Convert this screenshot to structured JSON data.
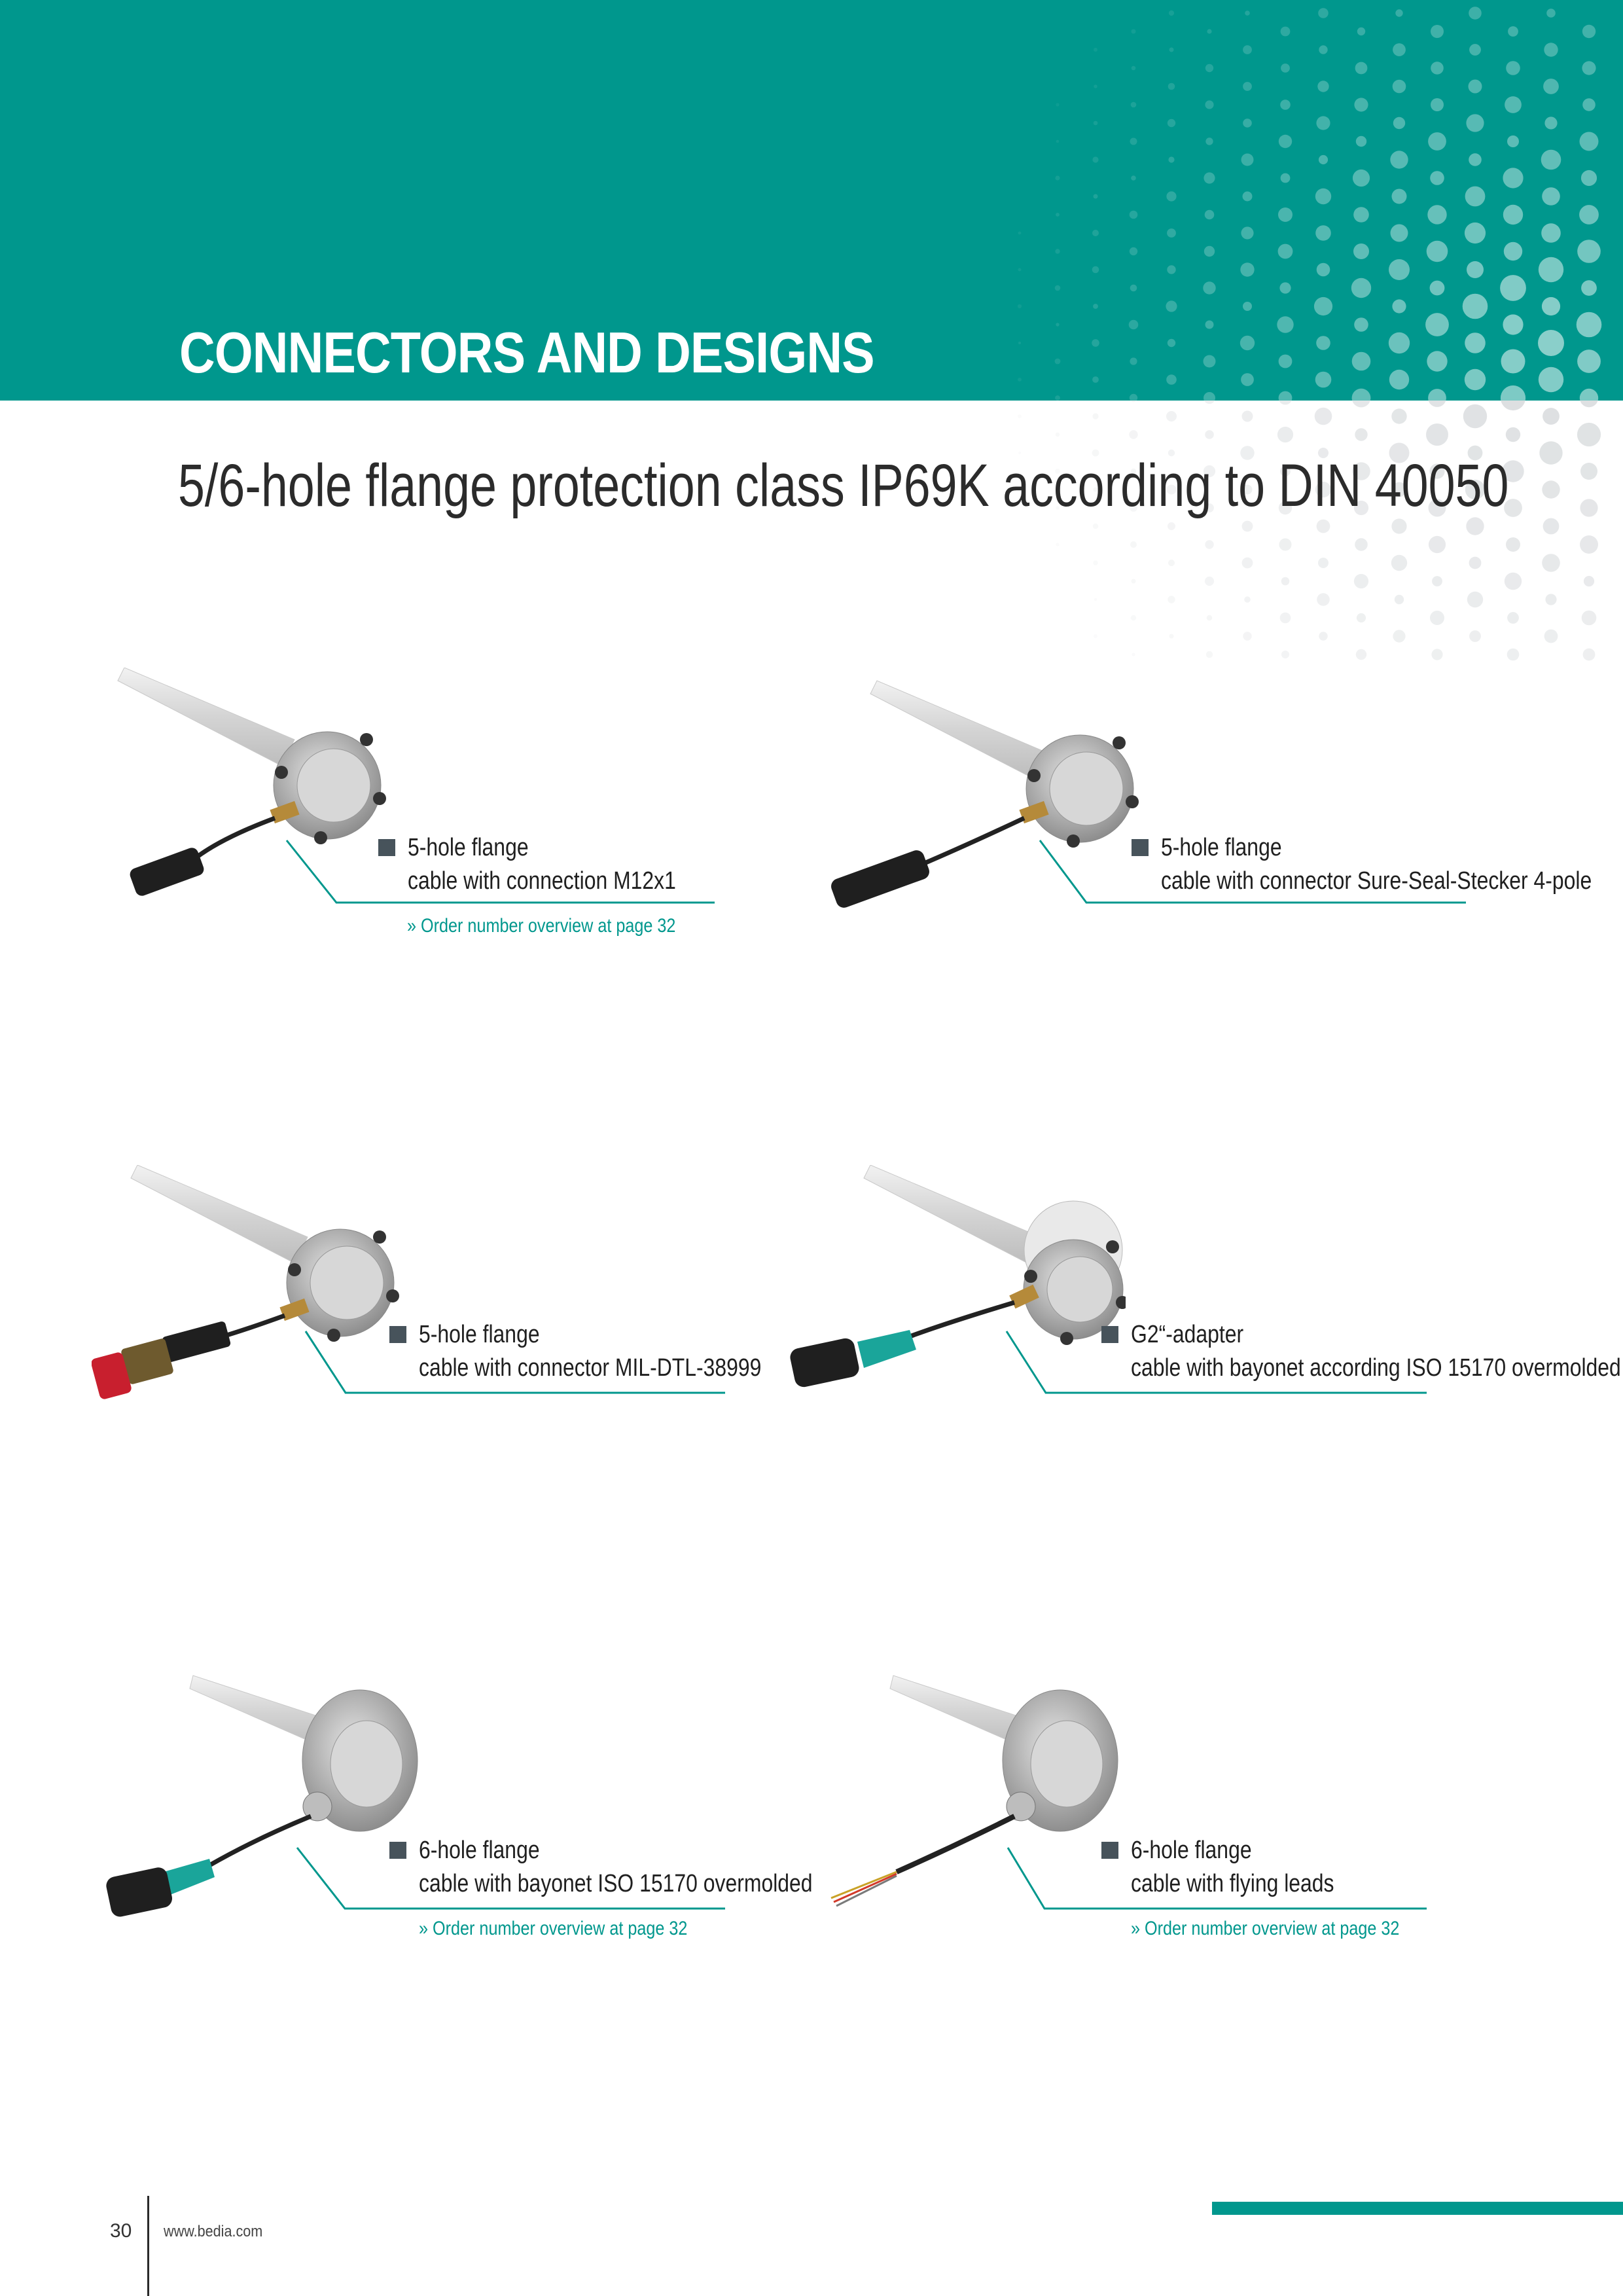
{
  "header": {
    "section_title": "CONNECTORS AND DESIGNS",
    "accent_color": "#00978d"
  },
  "page_heading": "5/6-hole flange protection class IP69K according to DIN 40050",
  "products": [
    {
      "line1": "5-hole flange",
      "line2": "cable with connection M12x1",
      "order_link": "»  Order number overview at page 32",
      "connector": "m12-plug-icon"
    },
    {
      "line1": "5-hole flange",
      "line2": "cable with connector Sure-Seal-Stecker 4-pole",
      "order_link": "",
      "connector": "sure-seal-plug-icon"
    },
    {
      "line1": "5-hole flange",
      "line2": "cable with connector MIL-DTL-38999",
      "order_link": "",
      "connector": "mil-connector-icon"
    },
    {
      "line1": "G2“-adapter",
      "line2": "cable with bayonet according ISO 15170 overmolded",
      "order_link": "",
      "connector": "bayonet-connector-icon"
    },
    {
      "line1": "6-hole flange",
      "line2": "cable with bayonet ISO 15170 overmolded",
      "order_link": "»  Order number overview at page 32",
      "connector": "bayonet-connector-icon"
    },
    {
      "line1": "6-hole flange",
      "line2": "cable with flying leads",
      "order_link": "»  Order number overview at page 32",
      "connector": "flying-leads-icon"
    }
  ],
  "footer": {
    "page_number": "30",
    "website": "www.bedia.com"
  }
}
